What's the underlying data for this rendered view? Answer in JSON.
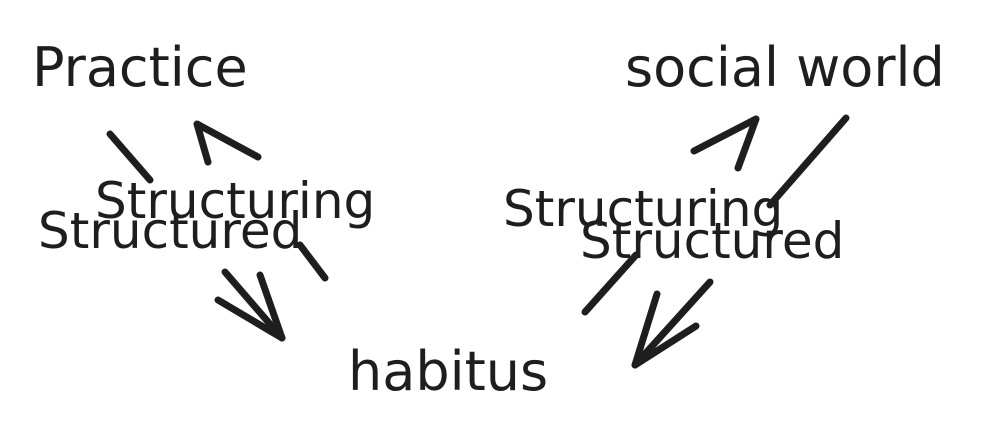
{
  "nodes": {
    "practice": "Practice",
    "social_world": "social world",
    "habitus": "habitus"
  },
  "edge_labels": {
    "left_structuring": "Structuring",
    "left_structured": "Structured",
    "right_structuring": "Structuring",
    "right_structured": "Structured"
  },
  "colors": {
    "ink": "#1e1e1e",
    "background": "#ffffff"
  }
}
